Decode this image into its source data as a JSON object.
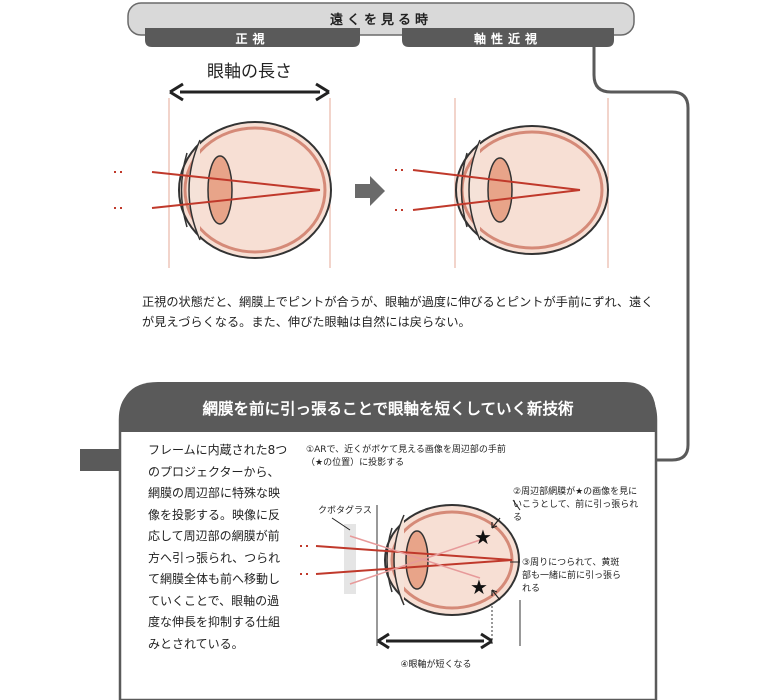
{
  "header": {
    "title": "遠くを見る時",
    "left_label": "正視",
    "right_label": "軸性近視",
    "axis_length_label": "眼軸の長さ"
  },
  "description": "正視の状態だと、網膜上でピントが合うが、眼軸が過度に伸びるとピントが手前にずれ、遠くが見えづらくなる。また、伸びた眼軸は自然には戻らない。",
  "technology": {
    "title": "網膜を前に引っ張ることで眼軸を短くしていく新技術",
    "body": "フレームに内蔵された8つのプロジェクターから、網膜の周辺部に特殊な映像を投影する。映像に反応して周辺部の網膜が前方へ引っ張られ、つられて網膜全体も前へ移動していくことで、眼軸の過度な伸長を抑制する仕組みとされている。",
    "note1": "①ARで、近くがボケて見える画像を周辺部の手前（★の位置）に投影する",
    "glasses_label": "クボタグラス",
    "note2": "②周辺部網膜が★の画像を見にいこうとして、前に引っ張られる",
    "note3": "③周りにつられて、黄斑部も一緒に前に引っ張られる",
    "note4": "④眼軸が短くなる"
  },
  "colors": {
    "banner": "#5a5a5a",
    "banner_light": "#d9d9d9",
    "ray": "#c0392b",
    "eye_fill": "#f7dfd4",
    "lens": "#e8a489",
    "guide": "#e6a897"
  }
}
